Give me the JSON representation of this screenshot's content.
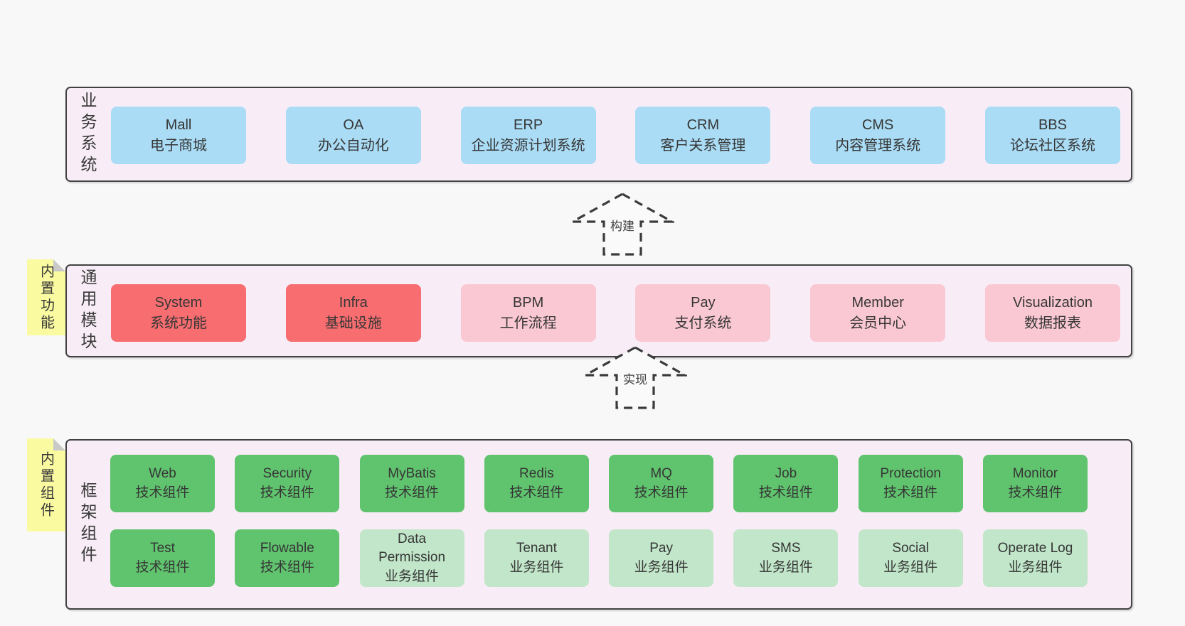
{
  "colors": {
    "page_bg": "#f8f8f8",
    "container_bg": "#f8edf6",
    "container_border": "#424242",
    "blue": "#aadcf5",
    "red": "#f76d70",
    "pink": "#fac8d3",
    "green": "#60c36e",
    "light_green": "#c1e6c9",
    "note_yellow": "#fafaa0",
    "text": "#3a3a3a"
  },
  "sections": {
    "business": {
      "label": "业务系统",
      "boxes": [
        {
          "name": "Mall",
          "desc": "电子商城"
        },
        {
          "name": "OA",
          "desc": "办公自动化"
        },
        {
          "name": "ERP",
          "desc": "企业资源计划系统"
        },
        {
          "name": "CRM",
          "desc": "客户关系管理"
        },
        {
          "name": "CMS",
          "desc": "内容管理系统"
        },
        {
          "name": "BBS",
          "desc": "论坛社区系统"
        }
      ]
    },
    "modules": {
      "label": "通用模块",
      "note": "内置功能",
      "boxes": [
        {
          "name": "System",
          "desc": "系统功能",
          "variant": "red"
        },
        {
          "name": "Infra",
          "desc": "基础设施",
          "variant": "red"
        },
        {
          "name": "BPM",
          "desc": "工作流程",
          "variant": "pink"
        },
        {
          "name": "Pay",
          "desc": "支付系统",
          "variant": "pink"
        },
        {
          "name": "Member",
          "desc": "会员中心",
          "variant": "pink"
        },
        {
          "name": "Visualization",
          "desc": "数据报表",
          "variant": "pink"
        }
      ]
    },
    "components": {
      "label": "框架组件",
      "note": "内置组件",
      "row1": [
        {
          "name": "Web",
          "desc": "技术组件",
          "variant": "green"
        },
        {
          "name": "Security",
          "desc": "技术组件",
          "variant": "green"
        },
        {
          "name": "MyBatis",
          "desc": "技术组件",
          "variant": "green"
        },
        {
          "name": "Redis",
          "desc": "技术组件",
          "variant": "green"
        },
        {
          "name": "MQ",
          "desc": "技术组件",
          "variant": "green"
        },
        {
          "name": "Job",
          "desc": "技术组件",
          "variant": "green"
        },
        {
          "name": "Protection",
          "desc": "技术组件",
          "variant": "green"
        },
        {
          "name": "Monitor",
          "desc": "技术组件",
          "variant": "green"
        }
      ],
      "row2": [
        {
          "name": "Test",
          "desc": "技术组件",
          "variant": "green"
        },
        {
          "name": "Flowable",
          "desc": "技术组件",
          "variant": "green"
        },
        {
          "name": "Data Permission",
          "desc": "业务组件",
          "variant": "light-green"
        },
        {
          "name": "Tenant",
          "desc": "业务组件",
          "variant": "light-green"
        },
        {
          "name": "Pay",
          "desc": "业务组件",
          "variant": "light-green"
        },
        {
          "name": "SMS",
          "desc": "业务组件",
          "variant": "light-green"
        },
        {
          "name": "Social",
          "desc": "业务组件",
          "variant": "light-green"
        },
        {
          "name": "Operate Log",
          "desc": "业务组件",
          "variant": "light-green"
        }
      ]
    }
  },
  "arrows": {
    "build": "构建",
    "implement": "实现"
  }
}
